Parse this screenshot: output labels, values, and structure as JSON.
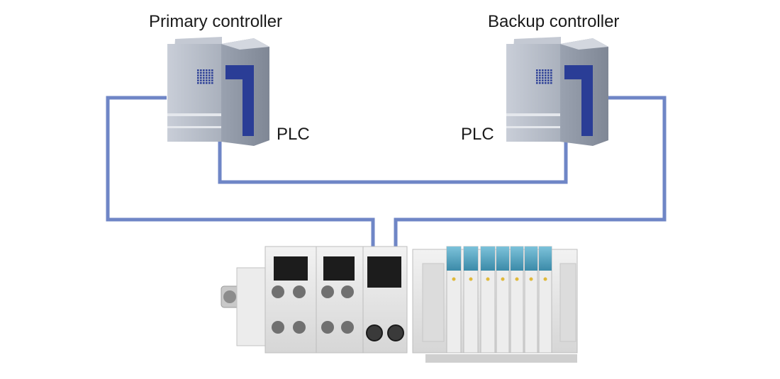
{
  "controllers": {
    "primary": {
      "title": "Primary controller",
      "device_label": "PLC"
    },
    "backup": {
      "title": "Backup controller",
      "device_label": "PLC"
    }
  },
  "colors": {
    "network_cable": "#6f86c6",
    "plc_body": "#b9c0cc",
    "plc_accent": "#2a3d96",
    "manifold_body": "#e6e6e6",
    "valve_cap": "#4e9fbd"
  }
}
